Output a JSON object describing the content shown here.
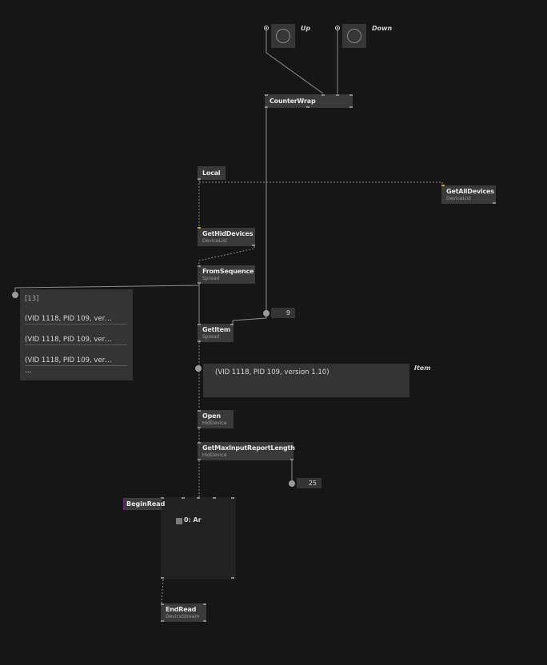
{
  "buttons": {
    "up_label": "Up",
    "down_label": "Down"
  },
  "nodes": {
    "counter_wrap": {
      "title": "CounterWrap"
    },
    "local": {
      "title": "Local"
    },
    "get_all_devices": {
      "title": "GetAllDevices",
      "category": "DeviceList"
    },
    "get_hid_devices": {
      "title": "GetHidDevices",
      "category": "DeviceList"
    },
    "from_sequence": {
      "title": "FromSequence",
      "category": "Spread"
    },
    "get_item": {
      "title": "GetItem",
      "category": "Spread"
    },
    "open": {
      "title": "Open",
      "category": "HidDevice"
    },
    "get_max_input_report_length": {
      "title": "GetMaxInputReportLength",
      "category": "HidDevice"
    },
    "begin_read": {
      "title": "BeginRead"
    },
    "end_read": {
      "title": "EndRead",
      "category": "DeviceStream"
    }
  },
  "spread_panel": {
    "count": "[13]",
    "rows": [
      "(VID 1118, PID 109, ver…",
      "(VID 1118, PID 109, ver…",
      "(VID 1118, PID 109, ver…"
    ],
    "more": "…"
  },
  "index_value": "9",
  "item_output": {
    "value": "(VID 1118, PID 109, version 1.10)",
    "label": "Item"
  },
  "max_length_value": "25",
  "begin_read_region": {
    "row_label": "0:  Ar"
  },
  "colors": {
    "background": "#161616",
    "node": "#3a3a3a",
    "wire": "#8a8a8a",
    "begin_read_accent": "#7a1a8a",
    "pin_accent": "#c9a227"
  }
}
